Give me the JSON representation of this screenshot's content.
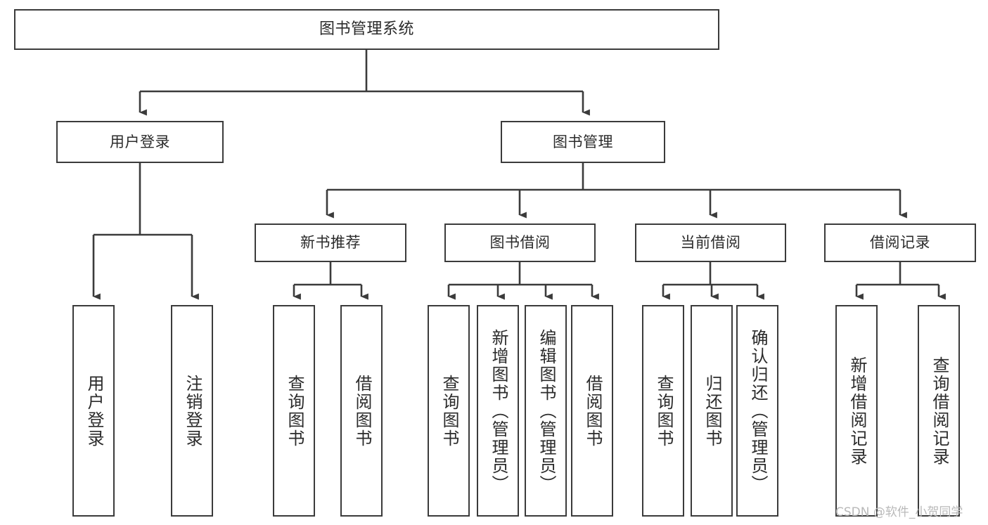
{
  "diagram": {
    "title": "图书管理系统",
    "type": "tree",
    "orientation": "top-down",
    "colors": {
      "background": "#ffffff",
      "box_border": "#3b3b3b",
      "box_fill": "#ffffff",
      "text": "#2b2b2b",
      "connector": "#3b3b3b",
      "watermark": "#b9b9b9"
    },
    "root": {
      "label": "图书管理系统"
    },
    "level1": [
      {
        "label": "用户登录"
      },
      {
        "label": "图书管理"
      }
    ],
    "level2": [
      {
        "label": "新书推荐"
      },
      {
        "label": "图书借阅"
      },
      {
        "label": "当前借阅"
      },
      {
        "label": "借阅记录"
      }
    ],
    "leaves": {
      "user_login": [
        {
          "label": "用户登录"
        },
        {
          "label": "注销登录"
        }
      ],
      "new_book_recommend": [
        {
          "label": "查询图书"
        },
        {
          "label": "借阅图书"
        }
      ],
      "book_borrow": [
        {
          "label": "查询图书"
        },
        {
          "label": "新增图书（管理员）"
        },
        {
          "label": "编辑图书（管理员）"
        },
        {
          "label": "借阅图书"
        }
      ],
      "current_borrow": [
        {
          "label": "查询图书"
        },
        {
          "label": "归还图书"
        },
        {
          "label": "确认归还（管理员）"
        }
      ],
      "borrow_record": [
        {
          "label": "新增借阅记录"
        },
        {
          "label": "查询借阅记录"
        }
      ]
    }
  },
  "watermark": {
    "text": "CSDN @软件_小贺同学"
  }
}
